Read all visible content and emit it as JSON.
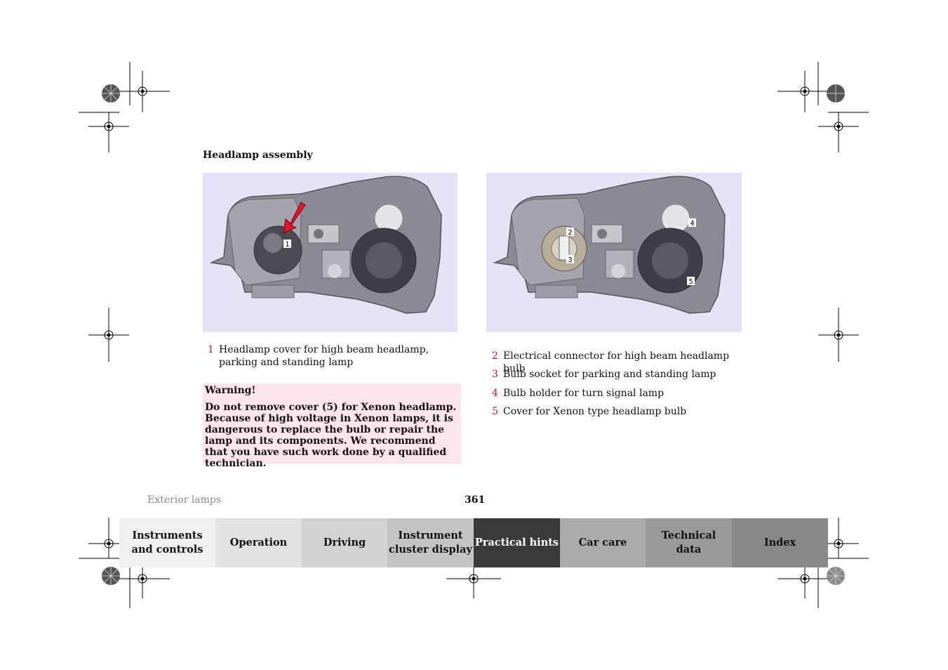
{
  "section_title": "Headlamp assembly",
  "figure1_callouts": [
    "1"
  ],
  "figure2_callouts": [
    "2",
    "3",
    "4",
    "5"
  ],
  "legend_left": [
    {
      "num": "1",
      "text": "Headlamp cover for high beam headlamp, parking and standing lamp"
    }
  ],
  "legend_right": [
    {
      "num": "2",
      "text": "Electrical connector for high beam headlamp bulb"
    },
    {
      "num": "3",
      "text": "Bulb socket for parking and standing lamp"
    },
    {
      "num": "4",
      "text": "Bulb holder for turn signal lamp"
    },
    {
      "num": "5",
      "text": "Cover for Xenon type headlamp bulb"
    }
  ],
  "warning": {
    "title": "Warning!",
    "text": "Do not remove cover (5) for Xenon headlamp. Because of high voltage in Xenon lamps, it is dangerous to replace the bulb or repair the lamp and its components. We recommend that you have such work done by a qualified technician."
  },
  "footer": {
    "section": "Exterior lamps",
    "page": "361"
  },
  "nav": [
    {
      "label": "Instruments\nand controls",
      "bg": "#f0f0f0",
      "fg": "#111111"
    },
    {
      "label": "Operation",
      "bg": "#e2e2e2",
      "fg": "#111111"
    },
    {
      "label": "Driving",
      "bg": "#d2d2d2",
      "fg": "#111111"
    },
    {
      "label": "Instrument\ncluster display",
      "bg": "#c4c4c4",
      "fg": "#111111"
    },
    {
      "label": "Practical hints",
      "bg": "#3a3a3a",
      "fg": "#ffffff"
    },
    {
      "label": "Car care",
      "bg": "#aaaaaa",
      "fg": "#111111"
    },
    {
      "label": "Technical\ndata",
      "bg": "#999999",
      "fg": "#111111"
    },
    {
      "label": "Index",
      "bg": "#888888",
      "fg": "#111111"
    }
  ],
  "colors": {
    "figure_bg": "#e6e2f5",
    "warning_bg": "#fde4ec",
    "accent_red": "#d0103a",
    "arrow_red": "#e0162b"
  }
}
